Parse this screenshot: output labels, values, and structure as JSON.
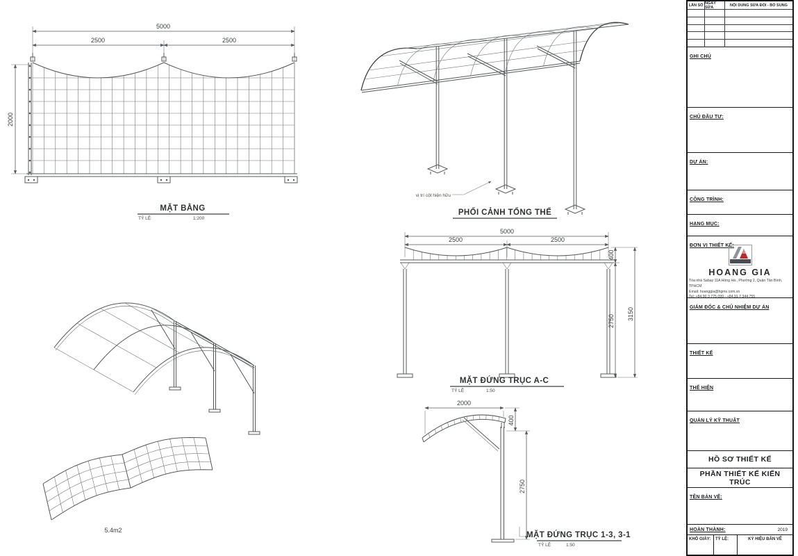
{
  "drawings": {
    "plan": {
      "title": "MẶT BẰNG",
      "scale_label": "TỶ LỆ",
      "scale": "1:200",
      "dim_total": "5000",
      "dim_left": "2500",
      "dim_right": "2500",
      "dim_height": "2000"
    },
    "perspective": {
      "title": "PHỐI CẢNH TỔNG THỂ",
      "note": "vị trí cột hiện hữu"
    },
    "elevation_ac": {
      "title": "MẶT ĐỨNG TRỤC A-C",
      "scale_label": "TỶ LỆ",
      "scale": "1:50",
      "dim_total": "5000",
      "dim_left": "2500",
      "dim_right": "2500",
      "dim_canopy": "400",
      "dim_column": "2750",
      "dim_total_height": "3150"
    },
    "elevation_13": {
      "title": "MẶT ĐỨNG TRỤC 1-3, 3-1",
      "scale_label": "TỶ LỆ",
      "scale": "1:50",
      "dim_width": "2000",
      "dim_canopy": "400",
      "dim_column": "2750"
    },
    "fabric": {
      "area": "5.4m2"
    }
  },
  "titleblock": {
    "rev_col1": "LẦN SỐ",
    "rev_col2": "NGÀY SỬA",
    "rev_col3": "NỘI DUNG SỬA ĐỔI - BỔ SUNG",
    "ghi_chu": "GHI CHÚ",
    "chu_dau_tu": "CHỦ ĐẦU TƯ:",
    "du_an": "DỰ ÁN:",
    "cong_trinh": "CÔNG TRÌNH:",
    "hang_muc": "HẠNG MỤC:",
    "don_vi_thiet_ke": "ĐƠN VỊ THIẾT KẾ:",
    "company": {
      "name": "HOANG GIA",
      "address": "Tòa nhà Sabay  11A Hồng Hà , Phường 2, Quận Tân Bình, TPHCM",
      "email": "Email: hoanggia@hgms.com.vn",
      "tel": "Tel: +84.90 3 775 099 - +84.91 7 344 755"
    },
    "giam_doc": "GIÁM ĐỐC & CHỦ NHIỆM DỰ ÁN",
    "thiet_ke": "THIẾT KẾ",
    "the_hien": "THỂ HIỆN",
    "quan_ly_ky_thuat": "QUẢN LÝ KỸ THUẬT",
    "ho_so_thiet_ke": "HỒ SƠ THIẾT KẾ",
    "phan_thiet_ke": "PHẦN THIẾT KẾ KIẾN TRÚC",
    "ten_ban_ve": "TÊN BẢN VẼ:",
    "hoan_thanh": "HOÀN THÀNH:",
    "year": "2019",
    "kho_giay": "KHỔ GIẤY:",
    "ty_le": "TỶ LỆ:",
    "ky_hieu_ban_ve": "KÝ HIỆU BẢN VẼ"
  },
  "logo_colors": {
    "gray": "#8f939b",
    "red": "#c0272d",
    "band": "#4a4d55"
  }
}
